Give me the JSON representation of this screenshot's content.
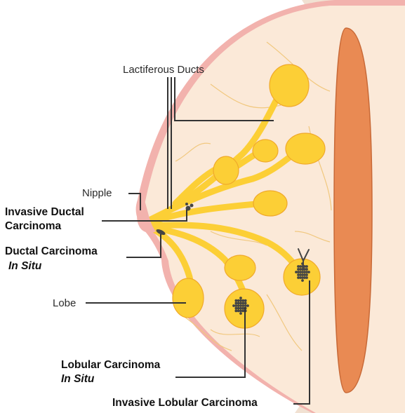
{
  "colors": {
    "breast_outline": "#f2b2ad",
    "breast_fill": "#fbe9d8",
    "chest_wall": "#f1e1d2",
    "muscle_fill": "#e98a53",
    "muscle_edge": "#c86a38",
    "gland_fill": "#fccf36",
    "gland_edge": "#f0a92a",
    "vessel": "#f1c87f",
    "tumor": "#444444",
    "leader": "#333333"
  },
  "labels": {
    "lactiferous_ducts": "Lactiferous Ducts",
    "nipple": "Nipple",
    "idc_line1": "Invasive Ductal",
    "idc_line2": "Carcinoma",
    "dcis_line1": "Ductal Carcinoma",
    "dcis_line2": "In Situ",
    "lobe": "Lobe",
    "lcis_line1": "Lobular Carcinoma",
    "lcis_line2": "In Situ",
    "ilc": "Invasive Lobular Carcinoma"
  }
}
